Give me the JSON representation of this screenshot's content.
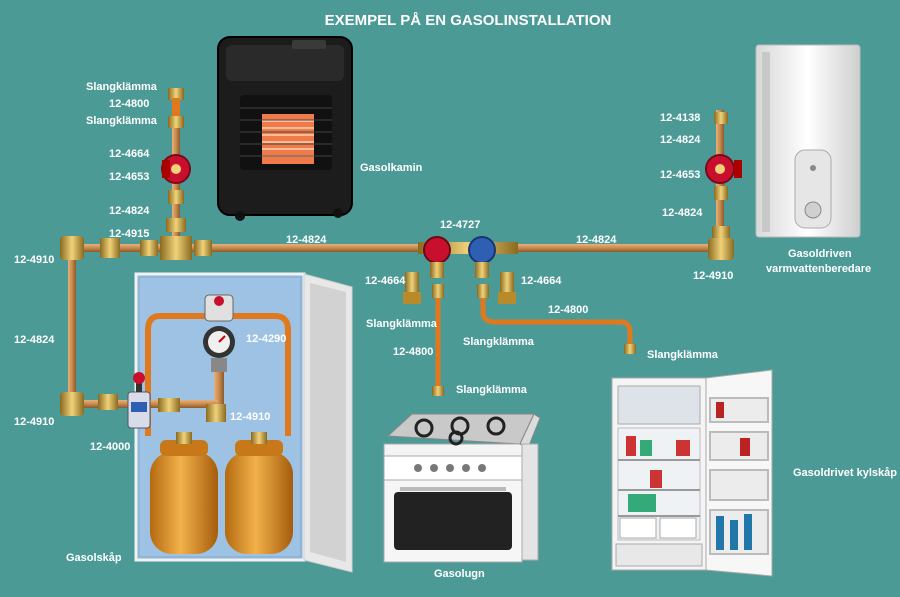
{
  "title": "EXEMPEL PÅ EN GASOLINSTALLATION",
  "labels": {
    "slang_top1": "Slangklämma",
    "hose_top": "12-4800",
    "slang_top2": "Slangklämma",
    "left_4664": "12-4664",
    "left_4653": "12-4653",
    "left_4824_a": "12-4824",
    "left_4915": "12-4915",
    "left_4910_a": "12-4910",
    "left_4824_b": "12-4824",
    "left_4910_b": "12-4910",
    "left_4000": "12-4000",
    "cab_4290": "12-4290",
    "cab_4910": "12-4910",
    "gasolkamin": "Gasolkamin",
    "pipe_4824_left": "12-4824",
    "mid_4727": "12-4727",
    "pipe_4824_right": "12-4824",
    "mid_4664_left": "12-4664",
    "mid_4664_right": "12-4664",
    "slang_mid_left": "Slangklämma",
    "hose_mid_left": "12-4800",
    "slang_stove": "Slangklämma",
    "slang_mid_right": "Slangklämma",
    "hose_mid_right": "12-4800",
    "slang_fridge": "Slangklämma",
    "right_4138": "12-4138",
    "right_4824_a": "12-4824",
    "right_4653": "12-4653",
    "right_4824_b": "12-4824",
    "right_4910": "12-4910",
    "heater_line1": "Gasoldriven",
    "heater_line2": "varmvattenberedare",
    "fridge": "Gasoldrivet kylskåp",
    "gasolugn": "Gasolugn",
    "gasolskap": "Gasolskåp"
  },
  "colors": {
    "background": "#4c9a96",
    "pipe": "#c98a4c",
    "hose": "#e0781e",
    "valve_red": "#c8102e",
    "valve_blue": "#2f5fb3",
    "cylinder": "#e29a2a",
    "label": "#ffffff"
  },
  "icons": [
    "gas-heater-icon",
    "water-heater-icon",
    "gas-stove-icon",
    "fridge-icon",
    "gas-cylinder-icon",
    "pressure-regulator-icon",
    "valve-icon",
    "hose-clamp-icon",
    "pipe-fitting-icon"
  ]
}
